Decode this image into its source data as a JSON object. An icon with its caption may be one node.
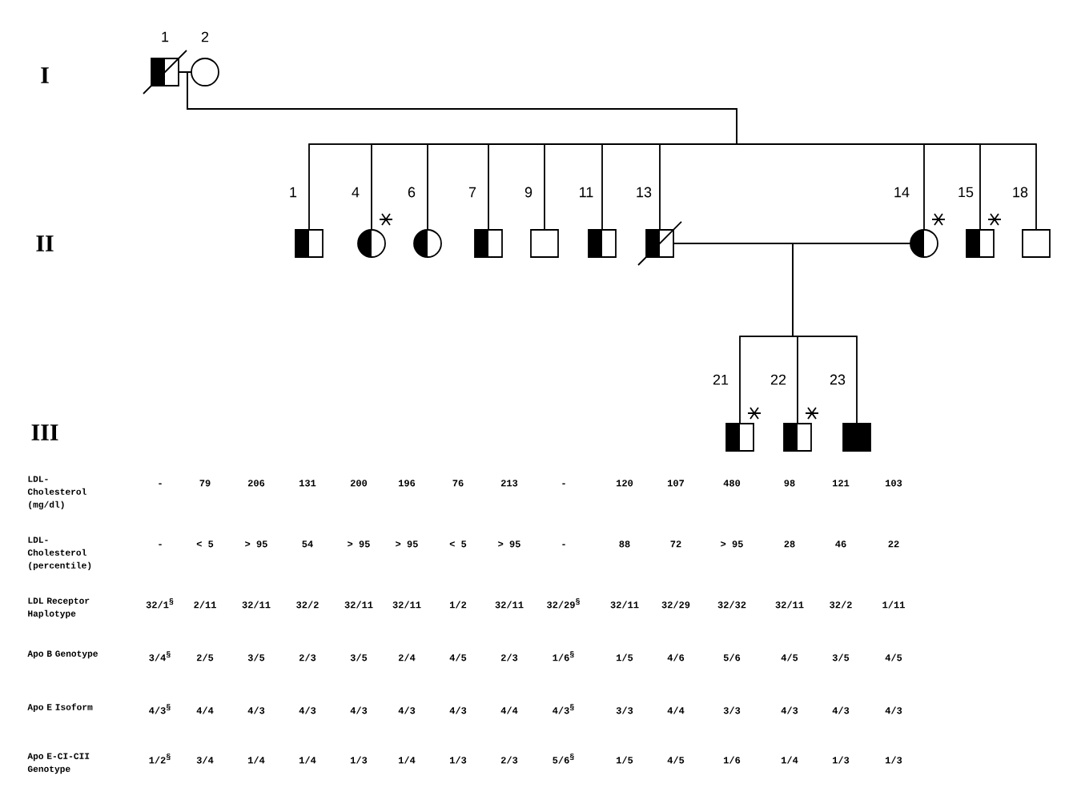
{
  "diagram": {
    "nodes": [
      {
        "text": [],
        "shape": "box",
        "beside": [
          "1"
        ]
      },
      {
        "text": [],
        "shape": "circle",
        "beside": [
          "2"
        ]
      },
      {
        "text": [],
        "shape": "box",
        "beside": [
          "1"
        ]
      },
      {
        "text": [],
        "shape": "circle",
        "beside": [
          "4"
        ]
      },
      {
        "text": [],
        "shape": "circle",
        "beside": [
          "6"
        ]
      },
      {
        "text": [],
        "shape": "box",
        "beside": [
          "7"
        ]
      },
      {
        "text": [],
        "shape": "box",
        "beside": [
          "9"
        ]
      },
      {
        "text": [],
        "shape": "box",
        "beside": [
          "11"
        ]
      },
      {
        "text": [],
        "shape": "box",
        "beside": [
          "13"
        ]
      },
      {
        "text": [],
        "shape": "circle",
        "beside": [
          "14"
        ]
      },
      {
        "text": [],
        "shape": "box",
        "beside": [
          "15"
        ]
      },
      {
        "text": [],
        "shape": "box",
        "beside": [
          "18"
        ]
      },
      {
        "text": [],
        "shape": "box",
        "beside": [
          "21"
        ]
      },
      {
        "text": [],
        "shape": "box",
        "beside": [
          "22"
        ]
      },
      {
        "text": [],
        "shape": "box",
        "beside": [
          "23"
        ]
      }
    ],
    "edges": [
      {
        "from": 0,
        "to": 1,
        "arrow": "none"
      },
      {
        "from": 0,
        "to": 2,
        "arrow": "none"
      },
      {
        "from": 1,
        "to": 2,
        "arrow": "none"
      },
      {
        "from": 0,
        "to": 3,
        "arrow": "none"
      },
      {
        "from": 1,
        "to": 3,
        "arrow": "none"
      },
      {
        "from": 0,
        "to": 4,
        "arrow": "none"
      },
      {
        "from": 1,
        "to": 4,
        "arrow": "none"
      },
      {
        "from": 0,
        "to": 5,
        "arrow": "none"
      },
      {
        "from": 1,
        "to": 5,
        "arrow": "none"
      },
      {
        "from": 0,
        "to": 6,
        "arrow": "none"
      },
      {
        "from": 1,
        "to": 6,
        "arrow": "none"
      },
      {
        "from": 0,
        "to": 7,
        "arrow": "none"
      },
      {
        "from": 1,
        "to": 7,
        "arrow": "none"
      },
      {
        "from": 0,
        "to": 8,
        "arrow": "none"
      },
      {
        "from": 1,
        "to": 8,
        "arrow": "none"
      },
      {
        "from": 0,
        "to": 9,
        "arrow": "none"
      },
      {
        "from": 1,
        "to": 9,
        "arrow": "none"
      },
      {
        "from": 0,
        "to": 10,
        "arrow": "none"
      },
      {
        "from": 1,
        "to": 10,
        "arrow": "none"
      },
      {
        "from": 0,
        "to": 11,
        "arrow": "none"
      },
      {
        "from": 1,
        "to": 11,
        "arrow": "none"
      },
      {
        "from": 8,
        "to": 9,
        "arrow": "none"
      },
      {
        "from": 8,
        "to": 12,
        "arrow": "none"
      },
      {
        "from": 9,
        "to": 12,
        "arrow": "none"
      },
      {
        "from": 8,
        "to": 13,
        "arrow": "none"
      },
      {
        "from": 9,
        "to": 13,
        "arrow": "none"
      },
      {
        "from": 8,
        "to": 14,
        "arrow": "none"
      },
      {
        "from": 9,
        "to": 14,
        "arrow": "none"
      }
    ],
    "labels": [
      "I",
      "II",
      "III",
      "LDL-Cholesterol (mg/dl)",
      "-",
      "79",
      "206",
      "131",
      "200",
      "196",
      "76",
      "213",
      "-",
      "120",
      "107",
      "480",
      "98",
      "121",
      "103",
      "LDL-Cholesterol (percentile)",
      "-",
      "< 5",
      "> 95",
      "54",
      "> 95",
      "> 95",
      "< 5",
      "> 95",
      "-",
      "88",
      "72",
      "> 95",
      "28",
      "46",
      "22",
      "LDL Receptor Haplotype",
      "32/1$^{§}$",
      "2/11",
      "32/11",
      "32/2",
      "32/11",
      "32/11",
      "1/2",
      "32/11",
      "32/29$^{§}$",
      "32/11",
      "32/29",
      "32/32",
      "32/11",
      "32/2",
      "1/11",
      "Apo B Genotype",
      "3/4$^{§}$",
      "2/5",
      "3/5",
      "2/3",
      "3/5",
      "2/4",
      "4/5",
      "2/3",
      "1/6$^{§}$",
      "1/5",
      "4/6",
      "5/6",
      "4/5",
      "3/5",
      "4/5",
      "Apo E Isoform",
      "4/3$^{§}$",
      "4/4",
      "4/3",
      "4/3",
      "4/3",
      "4/3",
      "4/3",
      "4/4",
      "4/3$^{§}$",
      "3/3",
      "4/4",
      "3/3",
      "4/3",
      "4/3",
      "4/3",
      "Apo E-CI-CII Genotype",
      "1/2$^{§}$",
      "3/4",
      "1/4",
      "1/4",
      "1/3",
      "1/4",
      "1/3",
      "2/3",
      "5/6$^{§}$",
      "1/5",
      "4/5",
      "1/6",
      "1/4",
      "1/3",
      "1/3"
    ]
  }
}
